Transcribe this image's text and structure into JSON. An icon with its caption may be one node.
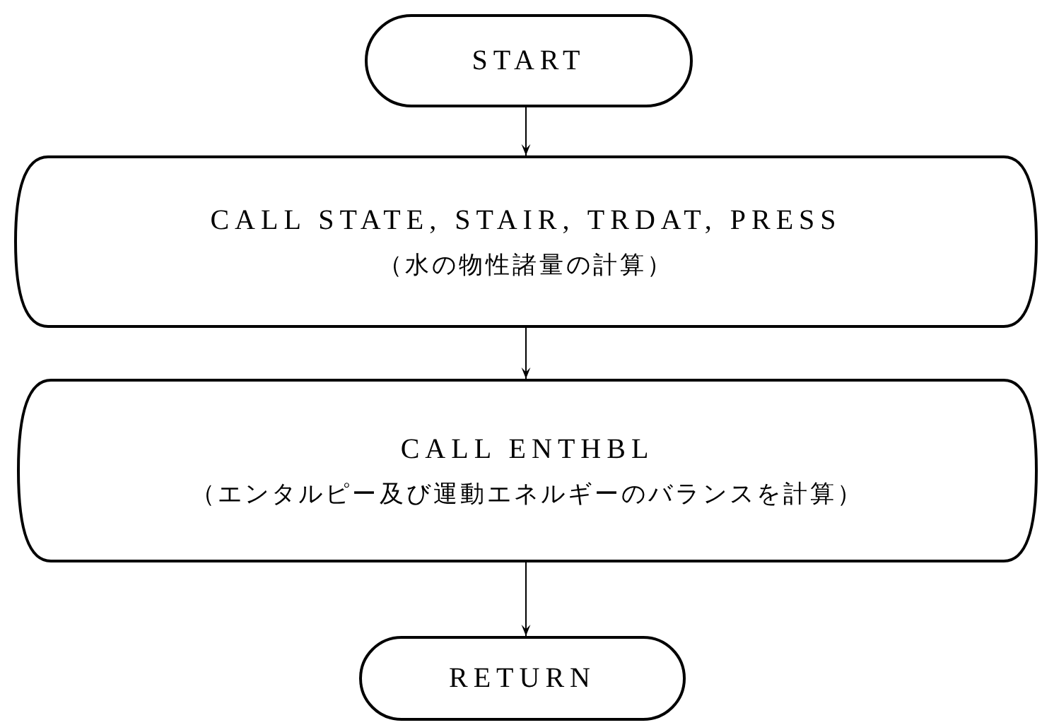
{
  "diagram": {
    "nodes": [
      {
        "text": [
          "START"
        ]
      },
      {
        "text": [
          "CALL STATE, STAIR, TRDAT, PRESS",
          "（水の物性諸量の計算）"
        ]
      },
      {
        "text": [
          "CALL ENTHBL",
          "（エンタルピー及び運動エネルギーのバランスを計算）"
        ]
      },
      {
        "text": [
          "RETURN"
        ]
      }
    ],
    "edges": [
      {
        "from": 0,
        "to": 1,
        "arrow": "to"
      },
      {
        "from": 1,
        "to": 2,
        "arrow": "to"
      },
      {
        "from": 2,
        "to": 3,
        "arrow": "to"
      }
    ]
  }
}
